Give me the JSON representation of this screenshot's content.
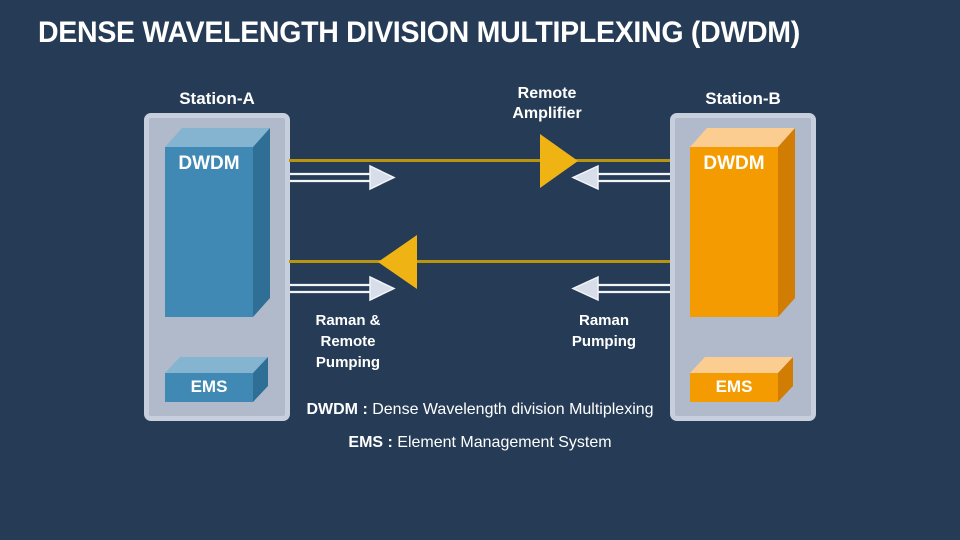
{
  "title": "DENSE WAVELENGTH DIVISION MULTIPLEXING (DWDM)",
  "stations": {
    "a": {
      "label": "Station-A",
      "dwdm_label": "DWDM",
      "ems_label": "EMS"
    },
    "b": {
      "label": "Station-B",
      "dwdm_label": "DWDM",
      "ems_label": "EMS"
    }
  },
  "flow_labels": {
    "remote_amplifier": [
      "Remote",
      "Amplifier"
    ],
    "raman_remote_pumping": [
      "Raman &",
      "Remote",
      "Pumping"
    ],
    "raman_pumping": [
      "Raman",
      "Pumping"
    ]
  },
  "legend": [
    {
      "term": "DWDM",
      "sep": " : ",
      "definition": "Dense Wavelength division Multiplexing"
    },
    {
      "term": "EMS",
      "sep": " : ",
      "definition": "Element Management System"
    }
  ],
  "colors": {
    "bg": "#263C56",
    "text": "#FFFFFF",
    "panel-fill": "#B1BACB",
    "panel-border": "#C7CEDC",
    "blue-front": "#4189B5",
    "blue-top": "#84B4D0",
    "blue-side": "#2F6F95",
    "orange-front": "#F59B02",
    "orange-top": "#FBCD90",
    "orange-side": "#D17C03",
    "gold-line": "#B8940F",
    "gold-tri": "#EFB414",
    "arrow-line": "#F2F4F8",
    "arrow-head": "#D7DDE9"
  }
}
